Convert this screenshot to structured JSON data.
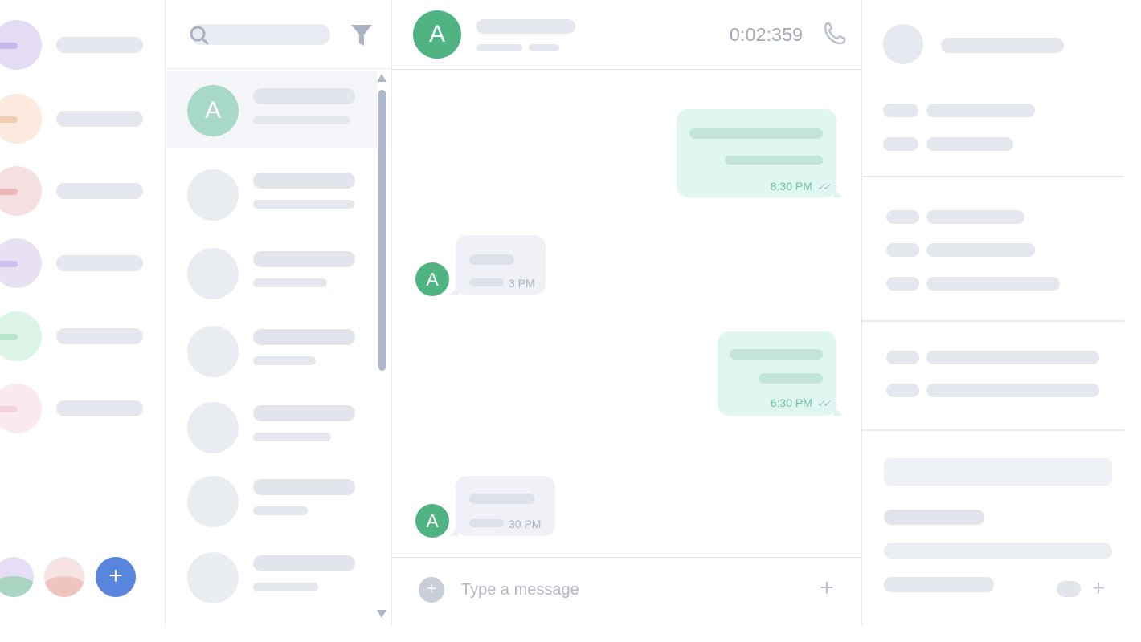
{
  "sidebar": {
    "workspaces": [
      {
        "label": "",
        "color": "#e4dcf3",
        "accent": "#c7b8ea"
      },
      {
        "label": "",
        "color": "#fbeadd",
        "accent": "#f3cdb2"
      },
      {
        "label": "",
        "color": "#f5e0e1",
        "accent": "#eeb7ba"
      },
      {
        "label": "",
        "color": "#e7e1f3",
        "accent": "#cbc0ea"
      },
      {
        "label": "",
        "color": "#dcf3e7",
        "accent": "#b8e6cd"
      },
      {
        "label": "",
        "color": "#faeaee",
        "accent": "#f2d2db"
      }
    ],
    "dock": {
      "add_label": "+"
    }
  },
  "conversation_list": {
    "search_placeholder": "",
    "items": [
      {
        "initial": "A",
        "active": true
      },
      {
        "initial": "",
        "active": false
      },
      {
        "initial": "",
        "active": false
      },
      {
        "initial": "",
        "active": false
      },
      {
        "initial": "",
        "active": false
      },
      {
        "initial": "",
        "active": false
      },
      {
        "initial": "",
        "active": false
      }
    ]
  },
  "chat": {
    "header": {
      "avatar_initial": "A",
      "call_timer": "0:02:359"
    },
    "messages": [
      {
        "direction": "out",
        "time": "8:30 PM",
        "status": "read"
      },
      {
        "direction": "in",
        "time": "3 PM",
        "avatar_initial": "A"
      },
      {
        "direction": "out",
        "time": "6:30 PM",
        "status": "read"
      },
      {
        "direction": "in",
        "time": "30 PM",
        "avatar_initial": "A"
      }
    ],
    "composer": {
      "placeholder": "Type a message",
      "attach_label": "+",
      "more_label": "+"
    }
  },
  "details": {
    "more_label": "+"
  },
  "icons": {
    "search": "search-icon",
    "filter": "filter-icon",
    "phone": "phone-icon",
    "read_receipt": "double-check-icon"
  },
  "colors": {
    "avatar_green": "#4fb481",
    "active_avatar": "#a8d8c6",
    "outgoing_bubble": "#e0f7f1",
    "incoming_bubble": "#eff1f6",
    "add_button": "#5a85dd"
  }
}
